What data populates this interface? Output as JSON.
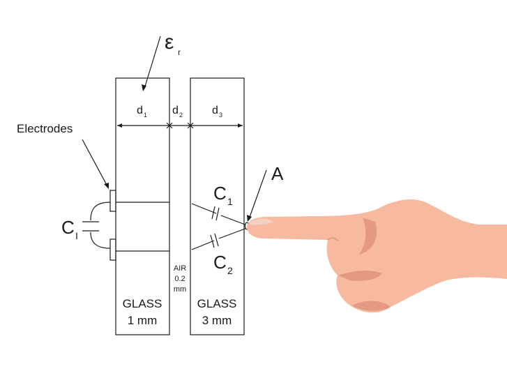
{
  "labels": {
    "permittivity": "ε",
    "permittivity_sub": "r",
    "electrodes": "Electrodes",
    "d1": "d",
    "d1_sub": "1",
    "d2": "d",
    "d2_sub": "2",
    "d3": "d",
    "d3_sub": "3",
    "point_a": "A",
    "c1": "C",
    "c1_sub": "1",
    "c2": "C",
    "c2_sub": "2",
    "ci": "C",
    "ci_sub": "I",
    "air_line1": "AIR",
    "air_line2": "0.2",
    "air_line3": "mm",
    "glass1_line1": "GLASS",
    "glass1_line2": "1 mm",
    "glass2_line1": "GLASS",
    "glass2_line2": "3 mm"
  },
  "colors": {
    "ink": "#1a1a1a",
    "skin": "#f7b9a0",
    "skin_shade": "#e49a82",
    "nail": "#f3d0c2"
  }
}
